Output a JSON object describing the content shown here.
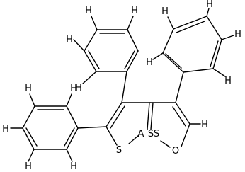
{
  "diagram": {
    "atom_labels": {
      "sulfur_left": "S",
      "sulfur_center": "S",
      "selenium_left": "A",
      "selenium_center": "S",
      "oxygen_right": "O",
      "hydrogen": "H"
    }
  }
}
